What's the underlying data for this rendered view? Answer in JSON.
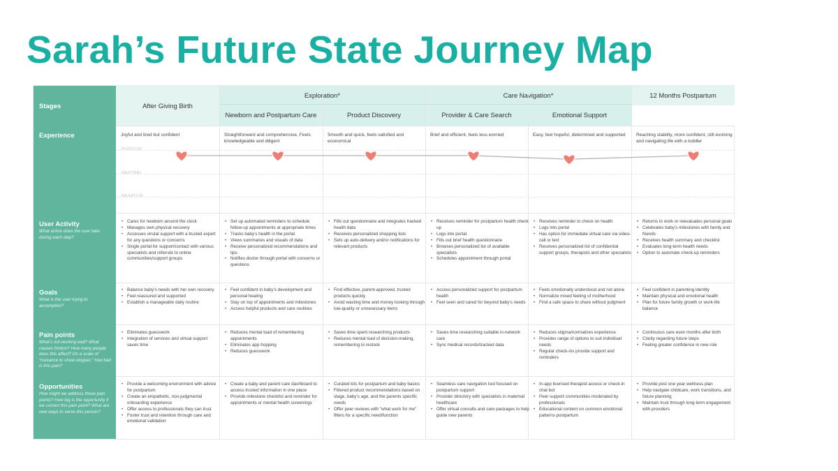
{
  "title": "Sarah’s Future State Journey Map",
  "header": {
    "stages_label": "Stages",
    "groups": [
      "Exploration*",
      "Care Navigation*"
    ],
    "stages": [
      "After Giving Birth",
      "Newborn and Postpartum Care",
      "Product Discovery",
      "Provider & Care Search",
      "Emotional Support",
      "12 Months Postpartum"
    ]
  },
  "experience": {
    "label": "Experience",
    "scale": [
      "POSITIVE",
      "NEUTRAL",
      "NEGATIVE"
    ],
    "texts": [
      "Joyful and tired but confident",
      "Straightforward and comprehensive, Feels knowledgeable and diligent",
      "Smooth and quick, feels satisfied and economical",
      "Brief and efficient, feels less worried",
      "Easy, feel hopeful, determined and supported",
      "Reaching stability, more confident, still evolving and navigating life with a toddler"
    ],
    "sentiment_levels": [
      1,
      1,
      1,
      1,
      0.85,
      1
    ],
    "heart_color": "#ee7d73"
  },
  "rows": [
    {
      "label": "User Activity",
      "sub": "What action does the user take during each step?",
      "cells": [
        [
          "Cares for newborn around the clock",
          "Manages own physical recovery",
          "Accesses virutal support with a trusted expert for any questions or concerns",
          "Single portal for support/contact with various specialists and referrals to online communities/support groups"
        ],
        [
          "Set up automated reminders to schedule follow-up appointments at appropriate times",
          "Tracks baby’s health in the portal",
          "Views summaries and visuals of data",
          "Receive personalized recommendations and tips",
          "Notifies doctor through portal with concerns or questions"
        ],
        [
          "Fills out questionnaire and integrates tracked health data",
          "Receives personalized shopping lists",
          "Sets up auto-delivery and/or notifications for relevant products"
        ],
        [
          "Receives reminder for postpartum health check up",
          "Logs into portal",
          "Fills out brief health questionnaire",
          "Browses personalized list of available specialists",
          "Schedules appointment through portal"
        ],
        [
          "Receives reminder to check on health",
          "Logs into portal",
          "Has option for immediate virtual care via video-call or text",
          "Receives personalized list of confidential support groups, therapists and other specialists"
        ],
        [
          "Returns to work or reevaluates personal goals",
          "Celebrates baby’s milestones with family and friends",
          "Receives health summary and checklist",
          "Evaluates long-term health needs",
          "Option to automate check-up reminders"
        ]
      ]
    },
    {
      "label": "Goals",
      "sub": "What is the user trying to accomplish?",
      "cells": [
        [
          "Balance baby’s needs with her own recovery",
          "Feel reassured and supported",
          "Establish a manageable daily routine"
        ],
        [
          "Feel confident in baby’s development and personal healing",
          "Stay on top of appointments and milestones",
          "Access helpful products and care routines"
        ],
        [
          "Find effective, parent-approved, trusted products quickly",
          "Avoid wasting time and money looking through low-quality or unnecessary items"
        ],
        [
          "Access personalized support for postpartum health",
          "Feel seen and cared for beyond baby’s needs"
        ],
        [
          "Feels emotionally understood and not alone",
          "Normalize mixed feeling of motherhood",
          "Find a safe space to share without judgment"
        ],
        [
          "Feel confident in parenting identity",
          "Maintain physical and emotional health",
          "Plan for future family growth or work-life balance"
        ]
      ]
    },
    {
      "label": "Pain points",
      "sub": "What’s not working well? What causes friction? How many people does this affect? On a scale of “nuisance to show-stopper,” how bad is this pain?",
      "cells": [
        [
          "Eliminates guesswork",
          "Integration of services and virtual support saves time"
        ],
        [
          "Reduces mental load of remembering appointments",
          "Eliminates app-hopping",
          "Reduces guesswork"
        ],
        [
          "Saves time spent researching products",
          "Reduces mental load of decision-making, remembering to restock"
        ],
        [
          "Saves time researching suitable in-network care",
          "Sync medical records/tracked data"
        ],
        [
          "Reduces stigma/normalizes experience",
          "Provides range of options to suit individual needs",
          "Regular check-ins provide support and reminders"
        ],
        [
          "Continuous care even months after birth",
          "Clarity regarding future steps",
          "Feeling greater confidence in new role"
        ]
      ]
    },
    {
      "label": "Opportunities",
      "sub": "How might we address these pain points? How big is the opportunity if we correct this pain point? What are new ways to serve this person?",
      "cells": [
        [
          "Provide a welcoming environment with advice for postpartum",
          "Create an empathetic, non-judgmental onboarding experience",
          "Offer access to professionals they can trust",
          "Foster trust and retention through care and emotional validation"
        ],
        [
          "Create a baby and parent care dashboard to access trusted information in one place",
          "Provide milestone checklist and reminder for appointments or mental health screenings"
        ],
        [
          "Curated kits for postpartum and baby basics",
          "Filtered product recommendations based on stage, baby’s age, and the parents specific needs",
          "Offer peer reviews with “what work for me” filters for a specific need/function"
        ],
        [
          "Seamless care navigation tool focused on postpartum support",
          "Provider directory with specialists in maternal healthcare",
          "Offer virtual consults and care packages to help guide new parents"
        ],
        [
          "In-app licensed therapist access or check-in chat bot",
          "Peer support communities moderated by professionals",
          "Educational content on common emotional patterns postpartum"
        ],
        [
          "Provide post one year wellness plan",
          "Help navigate childcare, work transitions, and future planning",
          "Maintain trust through long-term engagement with providers"
        ]
      ]
    }
  ]
}
